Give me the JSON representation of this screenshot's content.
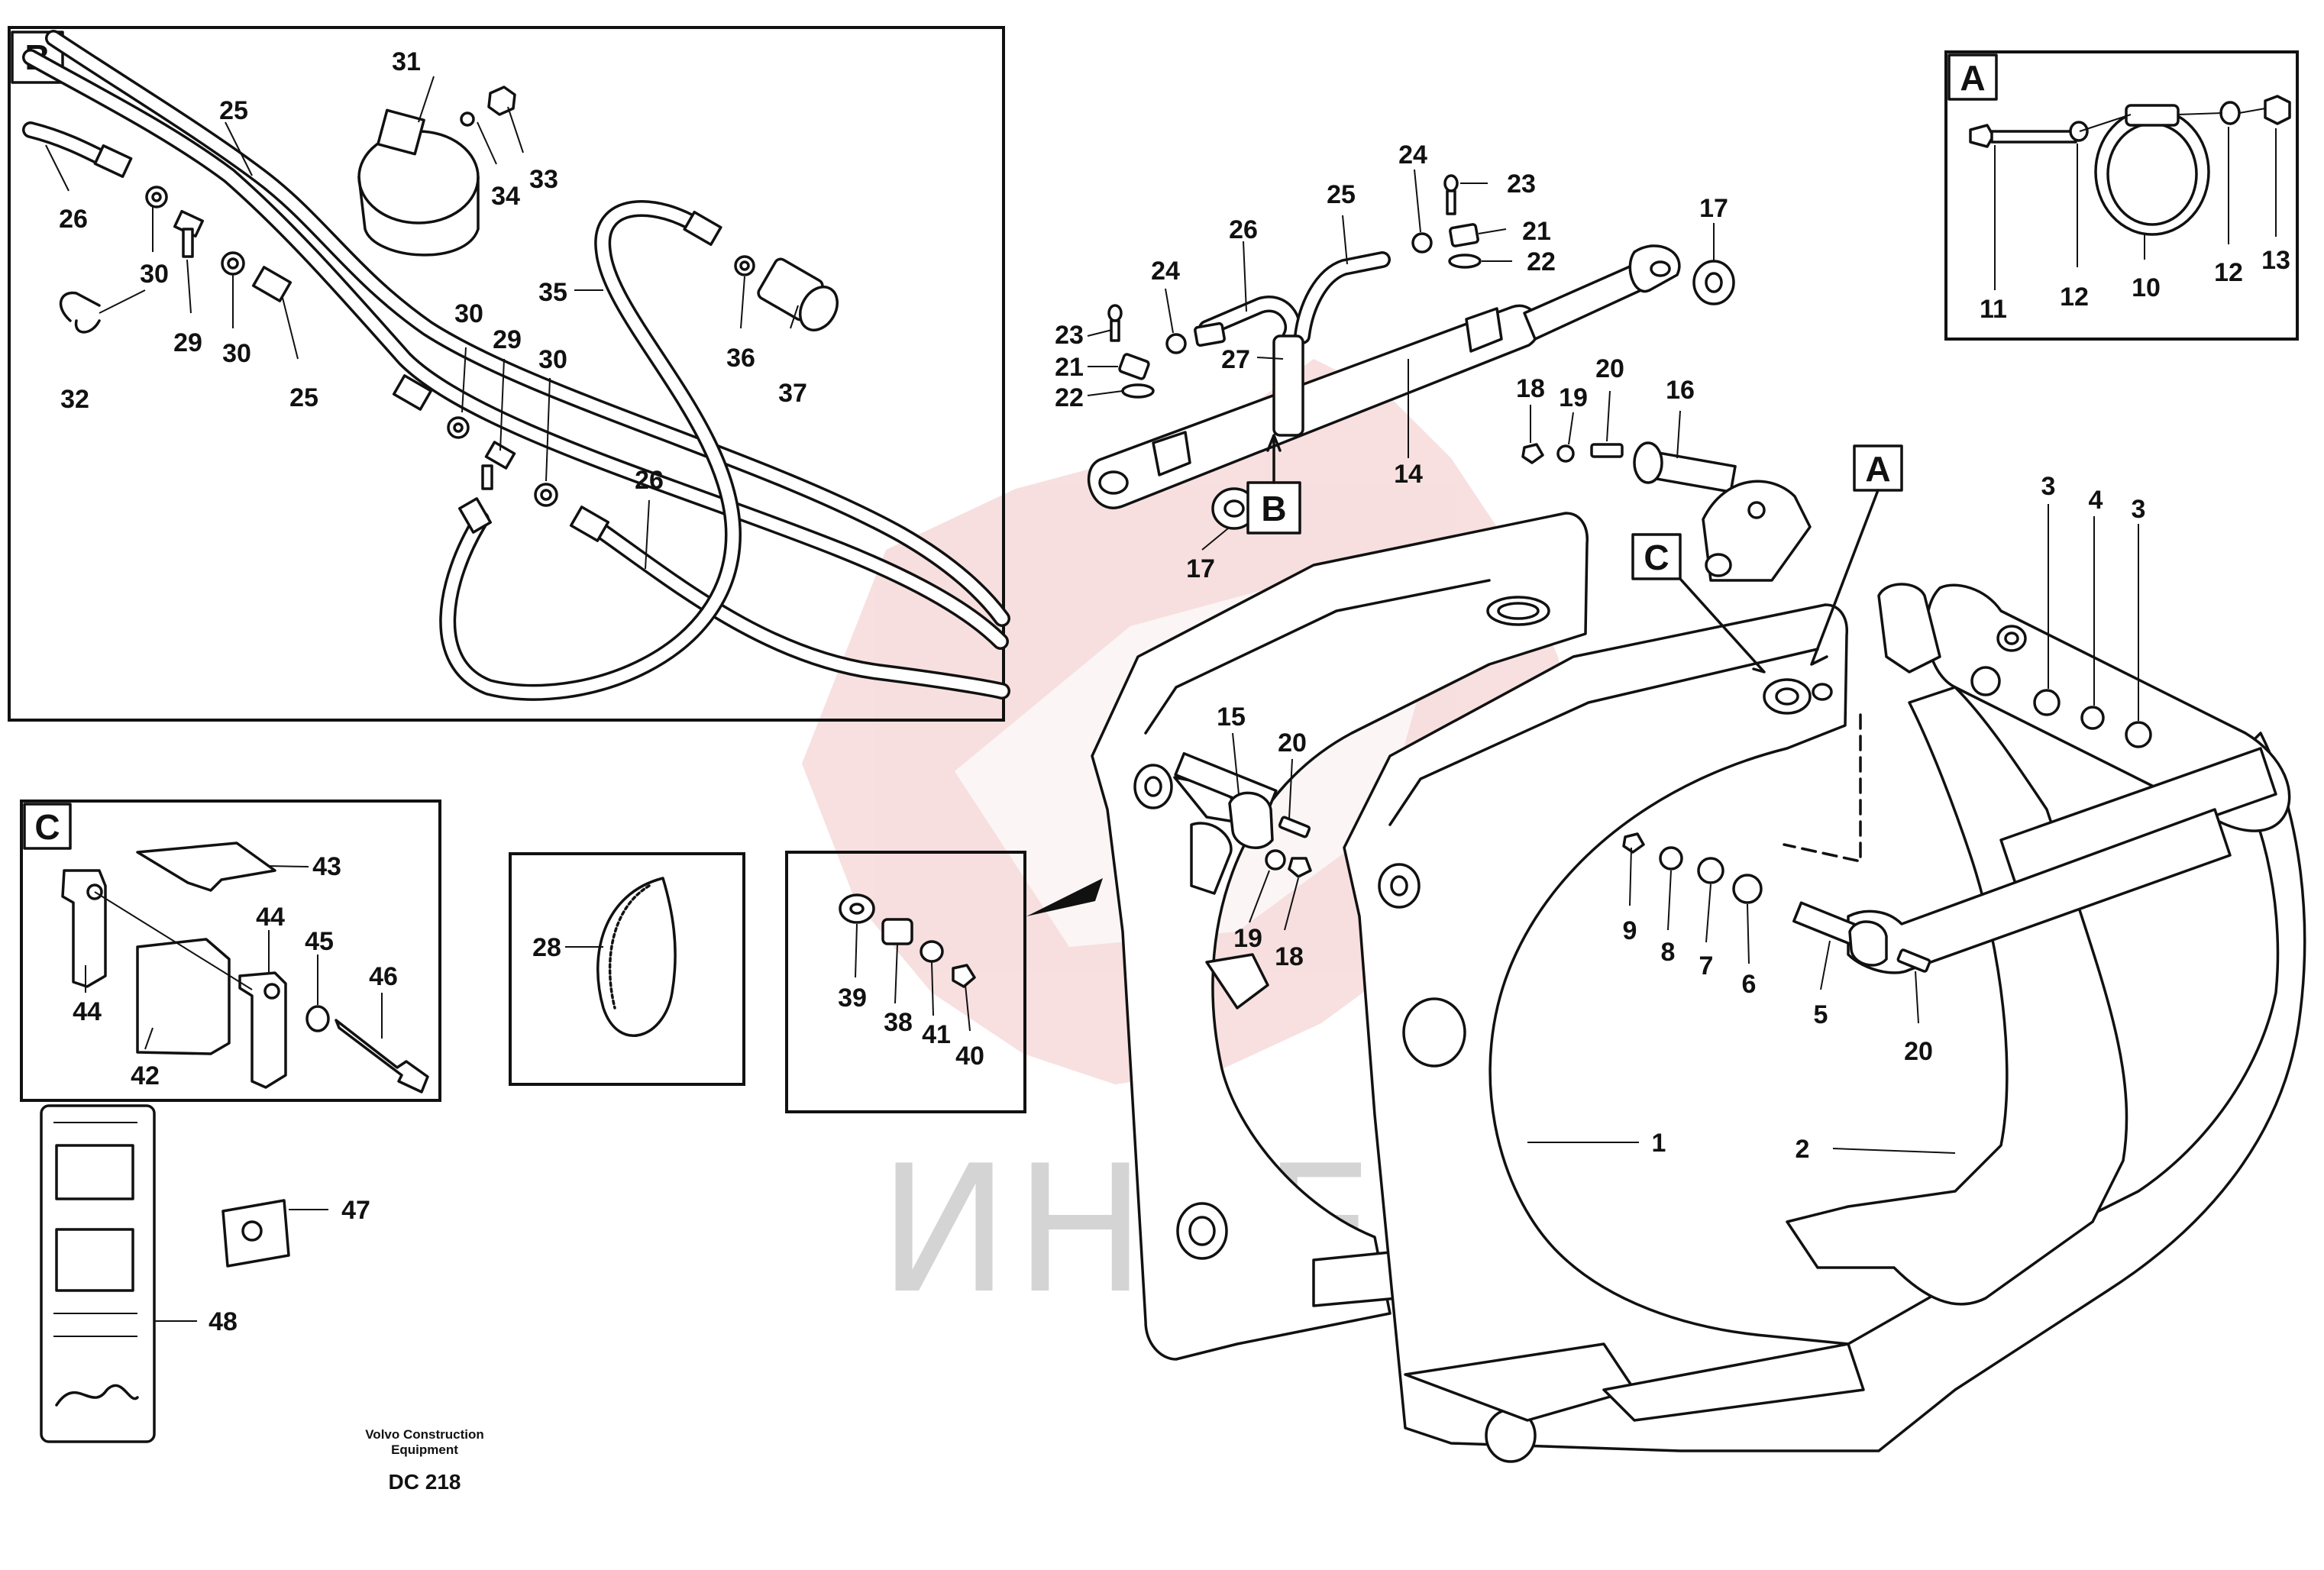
{
  "callouts": {
    "A": "A",
    "B": "B",
    "C": "C",
    "n1": "1",
    "n2": "2",
    "n3": "3",
    "n4": "4",
    "n5": "5",
    "n6": "6",
    "n7": "7",
    "n8": "8",
    "n9": "9",
    "n10": "10",
    "n11": "11",
    "n12": "12",
    "n13": "13",
    "n14": "14",
    "n15": "15",
    "n16": "16",
    "n17": "17",
    "n18": "18",
    "n19": "19",
    "n20": "20",
    "n21": "21",
    "n22": "22",
    "n23": "23",
    "n24": "24",
    "n25": "25",
    "n26": "26",
    "n27": "27",
    "n28": "28",
    "n29": "29",
    "n30": "30",
    "n31": "31",
    "n32": "32",
    "n33": "33",
    "n34": "34",
    "n35": "35",
    "n36": "36",
    "n37": "37",
    "n38": "38",
    "n39": "39",
    "n40": "40",
    "n41": "41",
    "n42": "42",
    "n43": "43",
    "n44": "44",
    "n45": "45",
    "n46": "46",
    "n47": "47",
    "n48": "48"
  },
  "footer": {
    "brand_line1": "Volvo Construction",
    "brand_line2": "Equipment",
    "code": "DC 218"
  },
  "watermark": {
    "text": "ИНТЕХ",
    "color": "#f2c6c6"
  }
}
